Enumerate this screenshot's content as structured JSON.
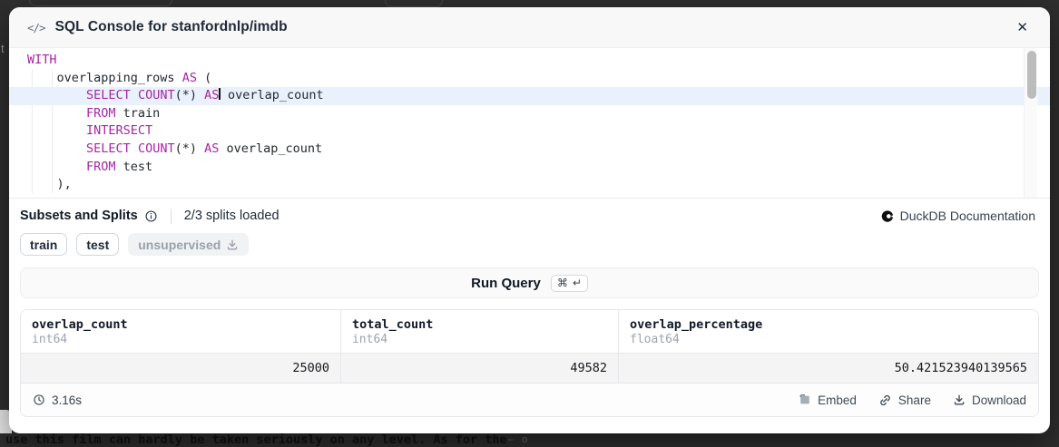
{
  "window": {
    "title": "SQL Console for stanfordnlp/imdb",
    "code_glyph": "</>",
    "close_glyph": "✕"
  },
  "editor": {
    "lines": [
      {
        "tokens": [
          {
            "t": "k",
            "s": "WITH"
          }
        ]
      },
      {
        "tokens": [
          {
            "s": "    overlapping_rows "
          },
          {
            "t": "k",
            "s": "AS"
          },
          {
            "s": " ("
          }
        ]
      },
      {
        "active": true,
        "tokens": [
          {
            "s": "        "
          },
          {
            "t": "k",
            "s": "SELECT"
          },
          {
            "s": " "
          },
          {
            "t": "k",
            "s": "COUNT"
          },
          {
            "s": "(*) "
          },
          {
            "t": "k",
            "s": "AS"
          },
          {
            "t": "cursor"
          },
          {
            "s": " overlap_count"
          }
        ]
      },
      {
        "tokens": [
          {
            "s": "        "
          },
          {
            "t": "k",
            "s": "FROM"
          },
          {
            "s": " train"
          }
        ]
      },
      {
        "tokens": [
          {
            "s": "        "
          },
          {
            "t": "k",
            "s": "INTERSECT"
          }
        ]
      },
      {
        "tokens": [
          {
            "s": "        "
          },
          {
            "t": "k",
            "s": "SELECT"
          },
          {
            "s": " "
          },
          {
            "t": "k",
            "s": "COUNT"
          },
          {
            "s": "(*) "
          },
          {
            "t": "k",
            "s": "AS"
          },
          {
            "s": " overlap_count"
          }
        ]
      },
      {
        "tokens": [
          {
            "s": "        "
          },
          {
            "t": "k",
            "s": "FROM"
          },
          {
            "s": " test"
          }
        ]
      },
      {
        "tokens": [
          {
            "s": "    ),"
          }
        ]
      }
    ],
    "keyword_color": "#a626a4",
    "active_line_color": "#e9f2fc"
  },
  "splits_section": {
    "title": "Subsets and Splits",
    "status": "2/3 splits loaded",
    "docs_link": "DuckDB Documentation"
  },
  "splits": {
    "items": [
      {
        "label": "train",
        "loaded": true
      },
      {
        "label": "test",
        "loaded": true
      },
      {
        "label": "unsupervised",
        "loaded": false
      }
    ]
  },
  "run": {
    "label": "Run Query",
    "shortcut_keys": [
      "⌘",
      "↵"
    ]
  },
  "results": {
    "columns": [
      {
        "name": "overlap_count",
        "type": "int64",
        "value": "25000"
      },
      {
        "name": "total_count",
        "type": "int64",
        "value": "49582"
      },
      {
        "name": "overlap_percentage",
        "type": "float64",
        "value": "50.421523940139565"
      }
    ]
  },
  "status_bar": {
    "duration": "3.16s",
    "actions": [
      {
        "label": "Embed",
        "icon": "embed"
      },
      {
        "label": "Share",
        "icon": "share"
      },
      {
        "label": "Download",
        "icon": "download"
      }
    ]
  },
  "backdrop": {
    "page_text_fragment": "use this film can hardly be taken seriously on any level. As for the"
  }
}
